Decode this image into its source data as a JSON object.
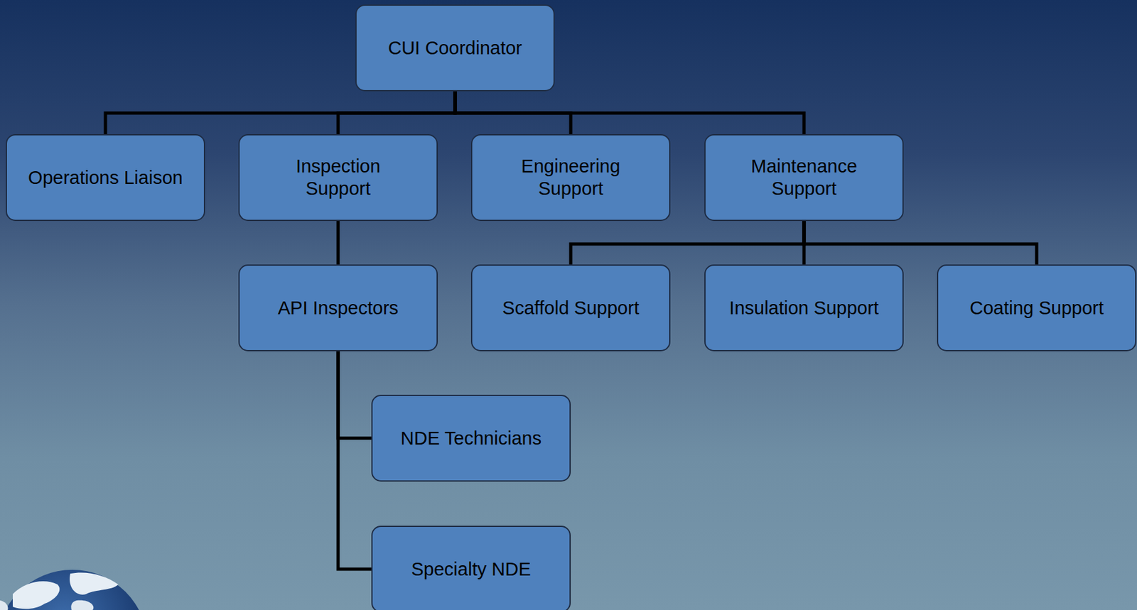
{
  "diagram": {
    "nodes": [
      {
        "text": [
          "CUI Coordinator"
        ]
      },
      {
        "text": [
          "Operations Liaison"
        ]
      },
      {
        "text": [
          "Inspection Support"
        ]
      },
      {
        "text": [
          "Engineering Support"
        ]
      },
      {
        "text": [
          "Maintenance Support"
        ]
      },
      {
        "text": [
          "API Inspectors"
        ]
      },
      {
        "text": [
          "Scaffold Support"
        ]
      },
      {
        "text": [
          "Insulation Support"
        ]
      },
      {
        "text": [
          "Coating Support"
        ]
      },
      {
        "text": [
          "NDE Technicians"
        ]
      },
      {
        "text": [
          "Specialty NDE"
        ]
      }
    ],
    "edges": [
      {
        "from": 0,
        "to": 1,
        "arrow": "none"
      },
      {
        "from": 0,
        "to": 2,
        "arrow": "none"
      },
      {
        "from": 0,
        "to": 3,
        "arrow": "none"
      },
      {
        "from": 0,
        "to": 4,
        "arrow": "none"
      },
      {
        "from": 2,
        "to": 5,
        "arrow": "none"
      },
      {
        "from": 4,
        "to": 6,
        "arrow": "none"
      },
      {
        "from": 4,
        "to": 7,
        "arrow": "none"
      },
      {
        "from": 4,
        "to": 8,
        "arrow": "none"
      },
      {
        "from": 5,
        "to": 9,
        "arrow": "none"
      },
      {
        "from": 5,
        "to": 10,
        "arrow": "none"
      }
    ]
  }
}
